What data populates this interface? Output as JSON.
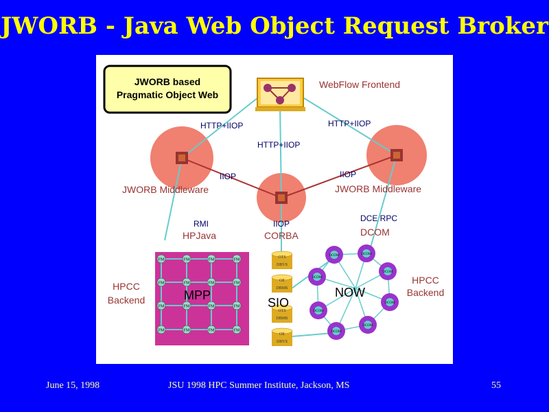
{
  "title": "JWORB - Java Web Object Request Broker",
  "diagram": {
    "legend_box": [
      "JWORB based",
      "Pragmatic Object Web"
    ],
    "webflow_frontend": "WebFlow Frontend",
    "http_iiop_left": "HTTP+IIOP",
    "http_iiop_right": "HTTP+IIOP",
    "http_iiop_center": "HTTP+IIOP",
    "iiop_left": "IIOP",
    "iiop_right": "IIOP",
    "iiop_center": "IIOP",
    "jworb_middleware_left": "JWORB Middleware",
    "jworb_middleware_right": "JWORB Middleware",
    "rmi": "RMI",
    "dce_rpc": "DCE RPC",
    "hpjava": "HPJava",
    "corba": "CORBA",
    "dcom": "DCOM",
    "hpcc_backend_left": [
      "HPCC",
      "Backend"
    ],
    "hpcc_backend_right": [
      "HPCC",
      "Backend"
    ],
    "mpp": "MPP",
    "sio": "SIO",
    "now": "NOW",
    "mpp_node": "FM",
    "disk_labels": [
      "OTS",
      "DBVS",
      "OE",
      "DBMS",
      "OTS",
      "DBMS",
      "OE",
      "DBVS"
    ],
    "now_node": "DCOM"
  },
  "footer": {
    "date": "June 15,  1998",
    "event": "JSU 1998 HPC Summer Institute, Jackson, MS",
    "page": "55"
  }
}
